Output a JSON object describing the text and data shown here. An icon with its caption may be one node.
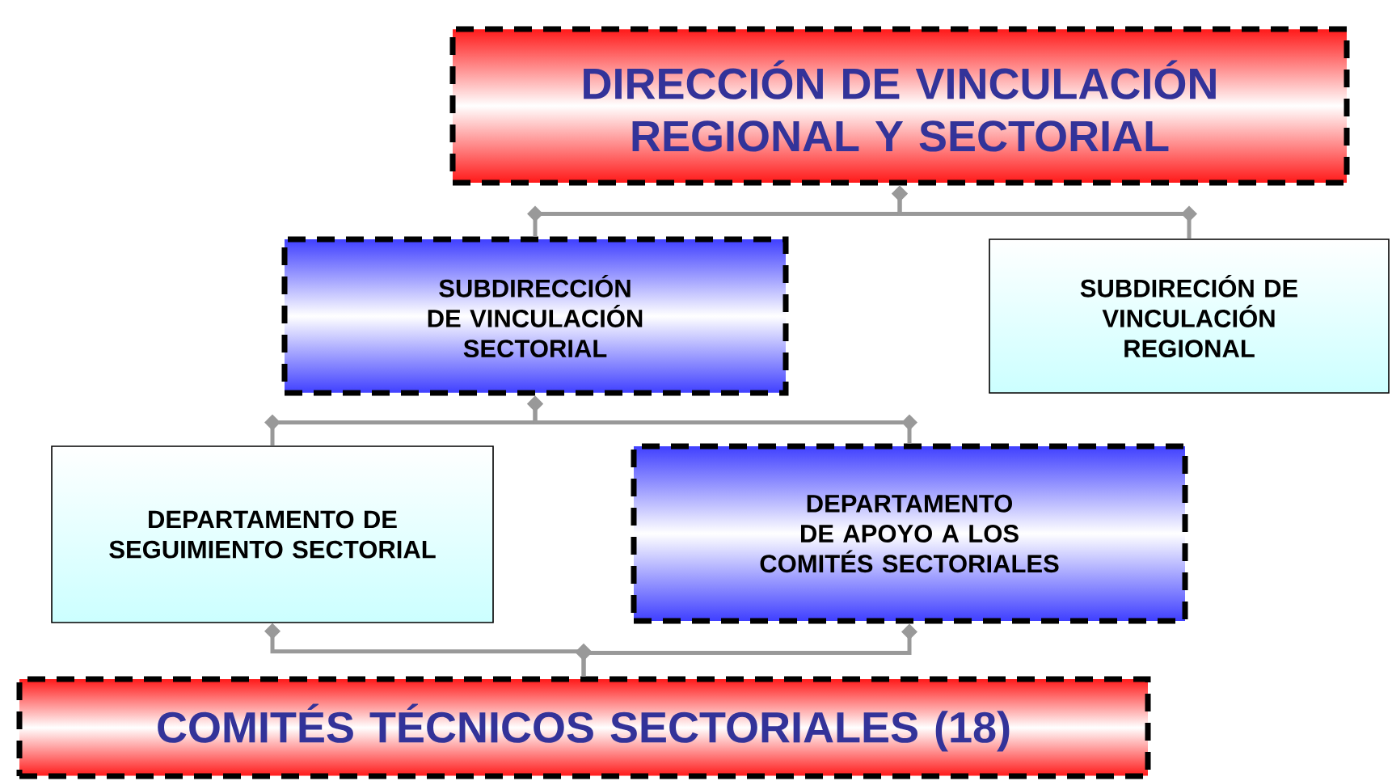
{
  "diagram": {
    "nodes": [
      {
        "text": [
          "DIRECCIÓN DE VINCULACIÓN REGIONAL Y SECTORIAL"
        ]
      },
      {
        "text": [
          "SUBDIRECCIÓN DE VINCULACIÓN SECTORIAL"
        ]
      },
      {
        "text": [
          "SUBDIRECIÓN DE VINCULACIÓN REGIONAL"
        ]
      },
      {
        "text": [
          "DEPARTAMENTO DE SEGUIMIENTO SECTORIAL"
        ]
      },
      {
        "text": [
          "DEPARTAMENTO DE APOYO A LOS COMITÉS SECTORIALES"
        ]
      },
      {
        "text": [
          "COMITÉS TÉCNICOS SECTORIALES (18)"
        ]
      }
    ],
    "edges": [
      {
        "from": 0,
        "to": 1,
        "arrow": "other"
      },
      {
        "from": 0,
        "to": 2,
        "arrow": "other"
      },
      {
        "from": 1,
        "to": 3,
        "arrow": "other"
      },
      {
        "from": 1,
        "to": 4,
        "arrow": "other"
      },
      {
        "from": 3,
        "to": 5,
        "arrow": "other"
      },
      {
        "from": 4,
        "to": 5,
        "arrow": "other"
      }
    ]
  }
}
